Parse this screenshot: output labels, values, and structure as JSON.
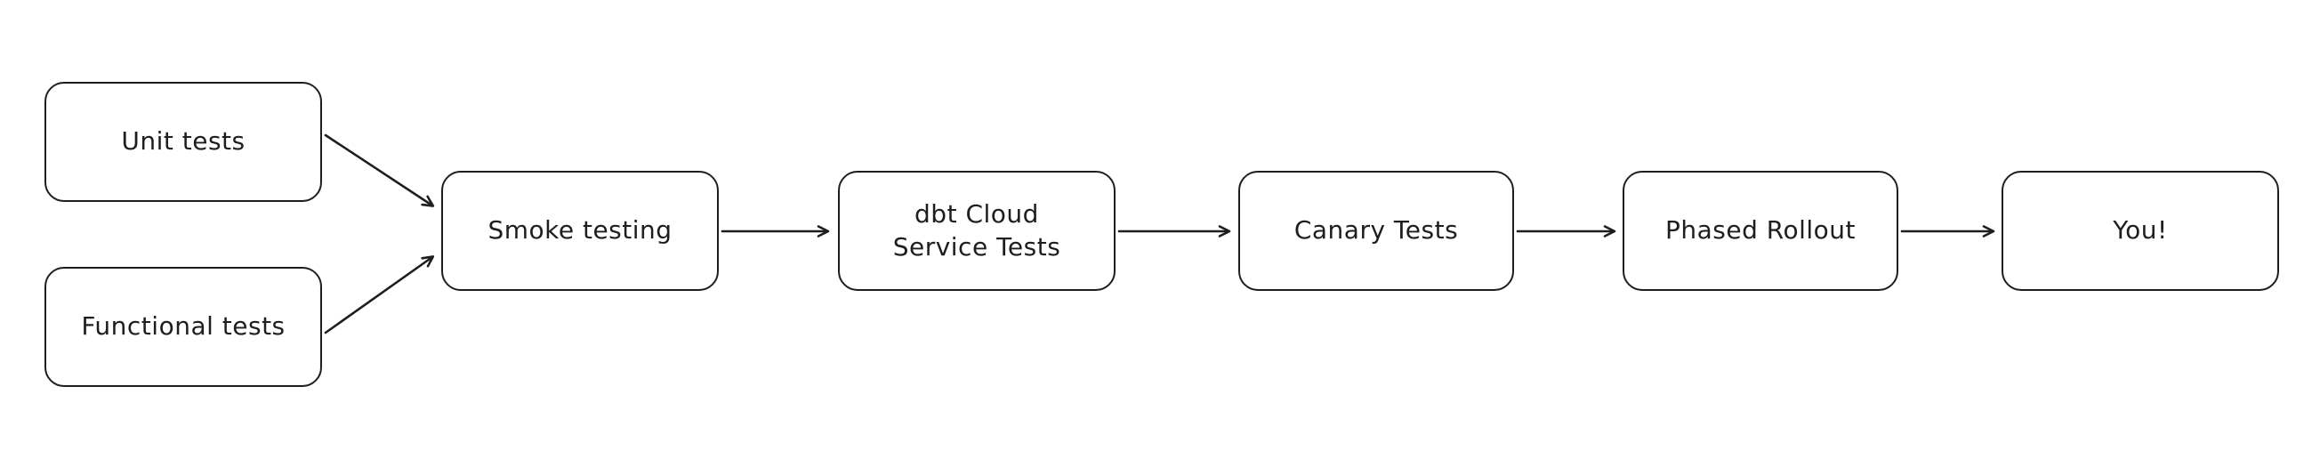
{
  "page": {
    "background": "#ffffff"
  },
  "diagram": {
    "type": "flowchart",
    "style": "hand-drawn",
    "stroke_color": "#1e1e1e",
    "node_fill": "#ffffff",
    "nodes": [
      {
        "id": "unit-tests",
        "label": "Unit tests"
      },
      {
        "id": "functional-tests",
        "label": "Functional tests"
      },
      {
        "id": "smoke-testing",
        "label": "Smoke testing"
      },
      {
        "id": "dbt-cloud-service-tests",
        "label": "dbt Cloud\nService Tests"
      },
      {
        "id": "canary-tests",
        "label": "Canary Tests"
      },
      {
        "id": "phased-rollout",
        "label": "Phased Rollout"
      },
      {
        "id": "you",
        "label": "You!"
      }
    ],
    "edges": [
      {
        "from": "unit-tests",
        "to": "smoke-testing"
      },
      {
        "from": "functional-tests",
        "to": "smoke-testing"
      },
      {
        "from": "smoke-testing",
        "to": "dbt-cloud-service-tests"
      },
      {
        "from": "dbt-cloud-service-tests",
        "to": "canary-tests"
      },
      {
        "from": "canary-tests",
        "to": "phased-rollout"
      },
      {
        "from": "phased-rollout",
        "to": "you"
      }
    ]
  }
}
